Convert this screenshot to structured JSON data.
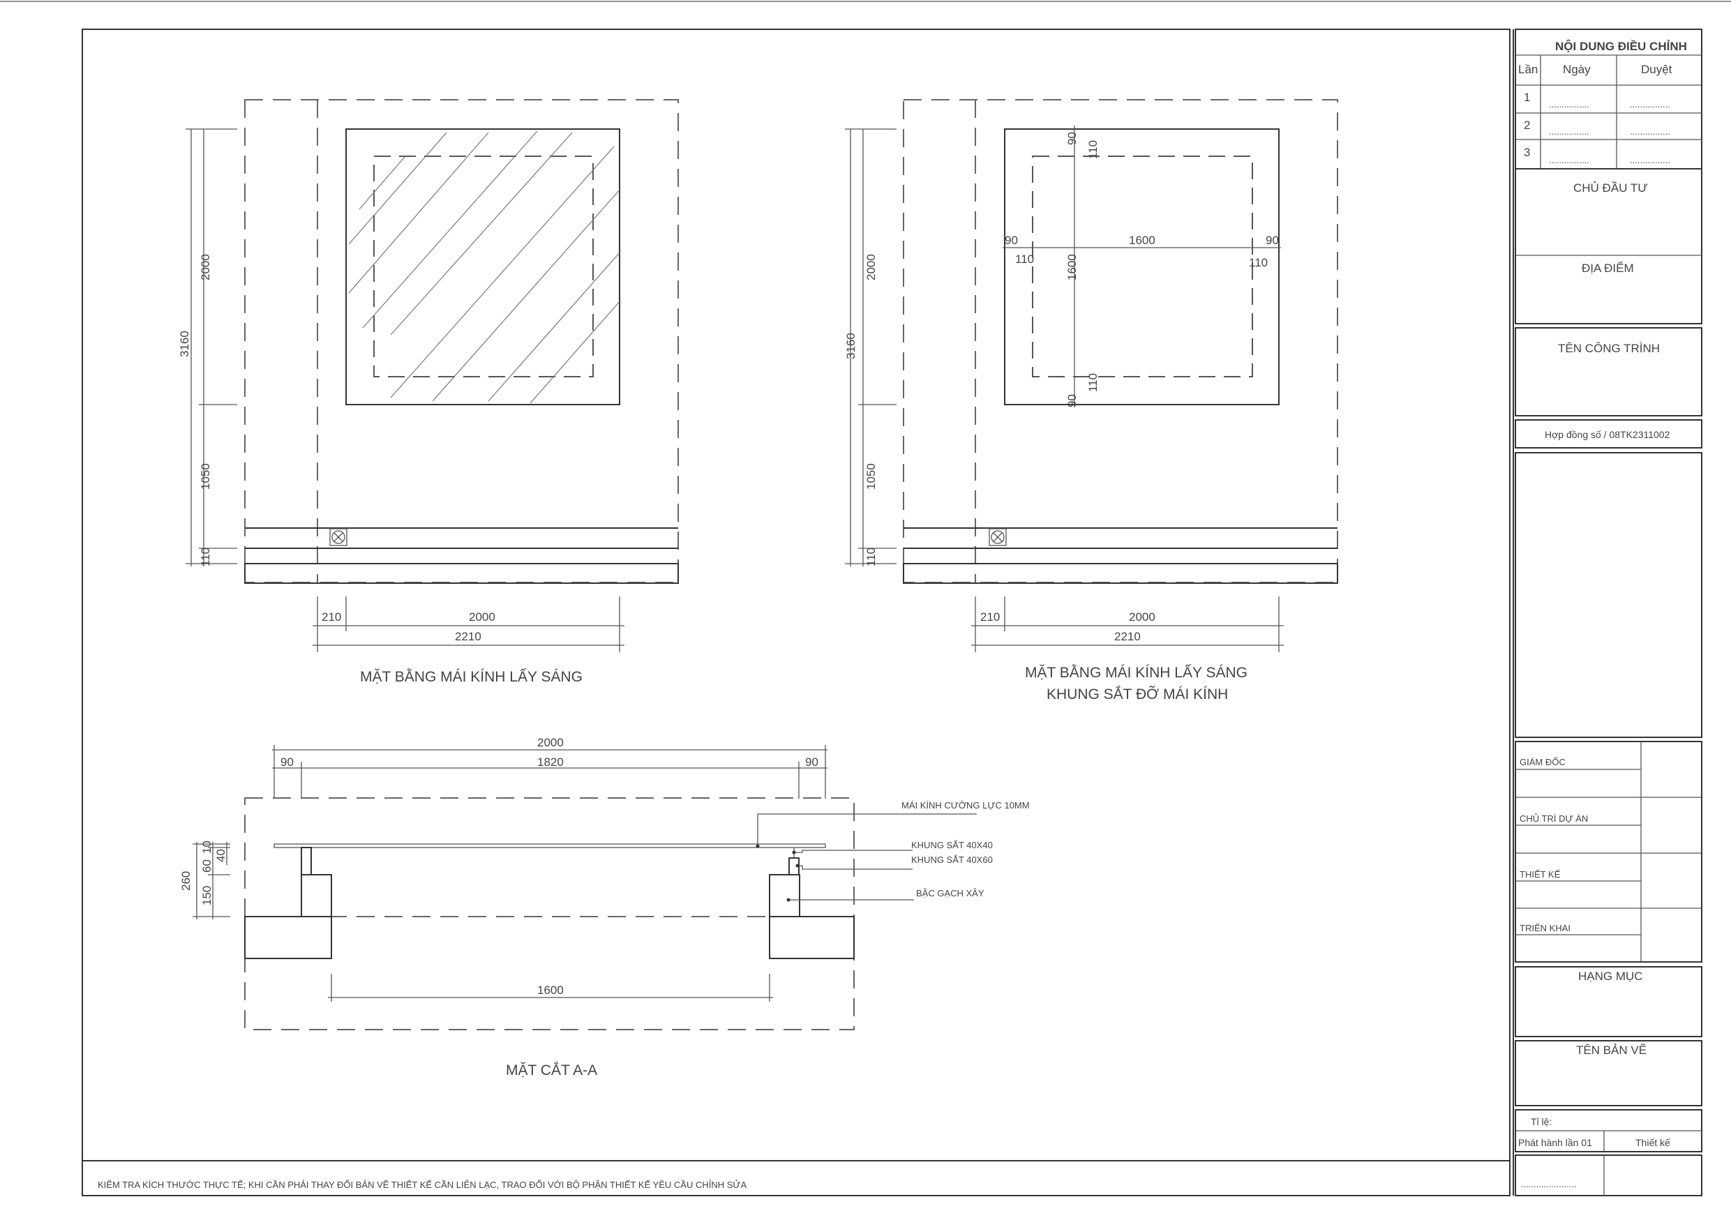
{
  "drawings": {
    "plan_glass_roof": {
      "title": "MẶT BẰNG MÁI KÍNH LẤY SÁNG",
      "dims": {
        "total_v": "3160",
        "upper_v": "2000",
        "lower_v": "1050",
        "strip_v": "110",
        "offset_h": "210",
        "inner_h": "2000",
        "total_h": "2210"
      }
    },
    "plan_frame": {
      "title_line1": "MẶT BẰNG MÁI KÍNH LẤY SÁNG",
      "title_line2": "KHUNG SẮT ĐỠ MÁI KÍNH",
      "dims": {
        "total_v": "3160",
        "upper_v": "2000",
        "lower_v": "1050",
        "strip_v": "110",
        "offset_h": "210",
        "inner_h": "2000",
        "total_h": "2210",
        "span_h": "1600",
        "span_v": "1600",
        "edge_90": "90",
        "edge_110": "110"
      }
    },
    "section_aa": {
      "title": "MẶT CẮT A-A",
      "dims": {
        "top_total": "2000",
        "left_90": "90",
        "mid": "1820",
        "right_90": "90",
        "bottom": "1600",
        "h_total": "260",
        "h_10": "10",
        "h_60": "60",
        "h_150": "150",
        "h_40": "40"
      },
      "callouts": [
        "MÁI KÍNH CƯỜNG LỰC 10MM",
        "KHUNG SẮT 40X40",
        "KHUNG SẮT 40X60",
        "BẬC GẠCH XÂY"
      ]
    }
  },
  "title_block": {
    "revision_header": "NỘI DUNG ĐIỀU CHỈNH",
    "col_lan": "Lần",
    "col_ngay": "Ngày",
    "col_duyet": "Duyệt",
    "rows": [
      {
        "n": "1",
        "date": "................",
        "approve": "................"
      },
      {
        "n": "2",
        "date": "................",
        "approve": "................"
      },
      {
        "n": "3",
        "date": "................",
        "approve": "................"
      }
    ],
    "investor": "CHỦ ĐẦU TƯ",
    "location": "ĐỊA ĐIỂM",
    "project_name": "TÊN CÔNG TRÌNH",
    "contract": "Hợp đồng số / 08TK2311002",
    "roles": [
      "GIÁM ĐỐC",
      "CHỦ TRÌ DỰ ÁN",
      "THIẾT KẾ",
      "TRIỂN KHAI"
    ],
    "category": "HẠNG MỤC",
    "drawing_name": "TÊN BẢN VẼ",
    "scale_label": "Tỉ lệ:",
    "issue_label": "Phát hành lần 01",
    "design_label": "Thiết kế",
    "dots": "......................"
  },
  "footer_note": "KIỂM TRA  KÍCH THƯỚC THỰC TẾ; KHI CẦN PHẢI THAY ĐỔI BẢN VẼ THIẾT KẾ CẦN LIÊN LẠC, TRAO ĐỔI VỚI BỘ PHẬN THIẾT KẾ YÊU CẦU CHỈNH SỬA"
}
